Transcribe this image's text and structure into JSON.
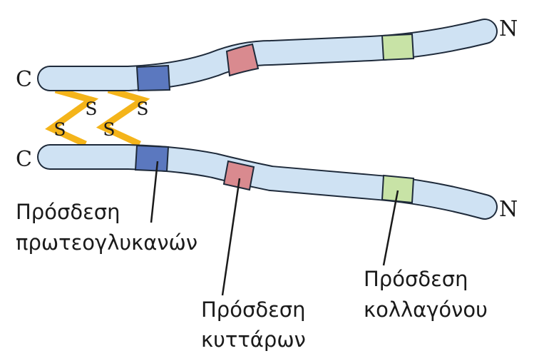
{
  "terminals": {
    "top_c": "C",
    "top_n": "N",
    "bottom_c": "C",
    "bottom_n": "N"
  },
  "disulfide": {
    "s1": "S",
    "s2": "S",
    "s3": "S",
    "s4": "S"
  },
  "labels": {
    "proteoglycan_line1": "Πρόσδεση",
    "proteoglycan_line2": "πρωτεογλυκανών",
    "cell_line1": "Πρόσδεση",
    "cell_line2": "κυττάρων",
    "collagen_line1": "Πρόσδεση",
    "collagen_line2": "κολλαγόνου"
  },
  "colors": {
    "strand_fill": "#cfe2f3",
    "strand_stroke": "#1e2a3a",
    "proteoglycan_domain": "#5b78bf",
    "cell_domain": "#d98a8f",
    "collagen_domain": "#c8e3a6",
    "disulfide_bond": "#f4b41a"
  }
}
